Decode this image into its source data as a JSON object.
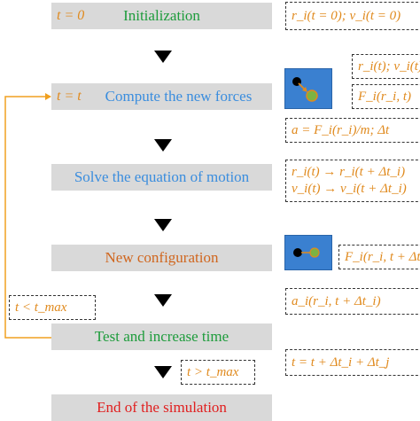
{
  "steps": {
    "init": {
      "var": "t = 0",
      "label": "Initialization"
    },
    "forces": {
      "var": "t = t",
      "label": "Compute the new forces"
    },
    "solve": {
      "label": "Solve the equation of motion"
    },
    "newconf": {
      "label": "New configuration"
    },
    "test": {
      "label": "Test and increase time"
    },
    "end": {
      "label": "End of the simulation"
    }
  },
  "boxes": {
    "init_state": "r_i(t = 0); v_i(t = 0)",
    "forces_state": "r_i(t); v_i(t)",
    "forces_eq": "F_i(r_i, t)",
    "accel": "a = F_i(r_i)/m;  Δt",
    "solve_r": "r_i(t) → r_i(t + Δt_i)",
    "solve_v": "v_i(t) → v_i(t + Δt_i)",
    "newconf_force": "F_i(r_i, t + Δt_i)",
    "test_accel": "a_i(r_i, t + Δt_i)",
    "time_update": "t = t + Δt_i + Δt_j",
    "loop_cond": "t < t_max",
    "end_cond": "t > t_max"
  },
  "colors": {
    "green": "#1e9c3c",
    "blue": "#3a8dde",
    "orange": "#d0661e",
    "red": "#e02020",
    "var_orange": "#e08a1e",
    "step_bg": "#d9d9d9",
    "particle_blue": "#3a80d0"
  }
}
